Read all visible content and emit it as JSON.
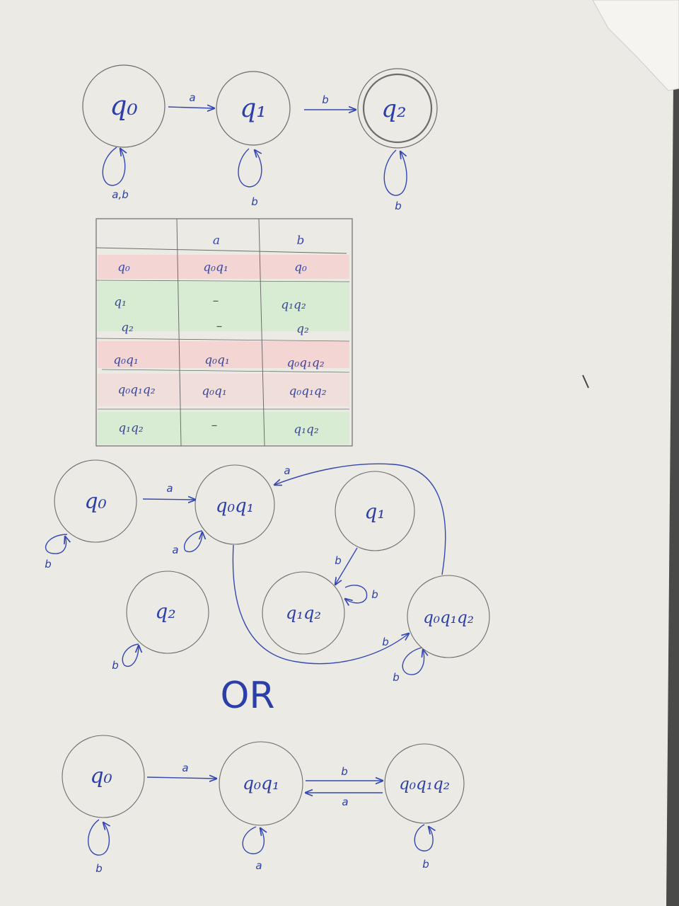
{
  "colors": {
    "paper": "#eceae5",
    "background": "#4a4b48",
    "ink": "#2c3fa8",
    "pencil": "#6d6d6d",
    "row_red": "#f3d6d3",
    "row_green": "#d8ecd3"
  },
  "nfa": {
    "states": [
      "q₀",
      "q₁",
      "q₂"
    ],
    "edges": [
      {
        "label": "a"
      },
      {
        "label": "b"
      }
    ],
    "loops": [
      "a,b",
      "b",
      "b"
    ]
  },
  "table": {
    "headers": [
      "",
      "a",
      "b"
    ],
    "rows": [
      {
        "state": "q₀",
        "a": "q₀q₁",
        "b": "q₀"
      },
      {
        "state": "q₁",
        "a": "–",
        "b": "q₁q₂"
      },
      {
        "state": "q₂",
        "a": "–",
        "b": "q₂"
      },
      {
        "state": "q₀q₁",
        "a": "q₀q₁",
        "b": "q₀q₁q₂"
      },
      {
        "state": "q₀q₁q₂",
        "a": "q₀q₁",
        "b": "q₀q₁q₂"
      },
      {
        "state": "q₁q₂",
        "a": "–",
        "b": "q₁q₂"
      }
    ]
  },
  "dfa": {
    "states": [
      "q₀",
      "q₀q₁",
      "q₁",
      "q₂",
      "q₁q₂",
      "q₀q₁q₂"
    ],
    "edge_labels": [
      "a",
      "a",
      "b",
      "b"
    ],
    "loop_labels": [
      "b",
      "a",
      "b",
      "b",
      "b"
    ]
  },
  "or_label": "OR",
  "min_dfa": {
    "states": [
      "q₀",
      "q₀q₁",
      "q₀q₁q₂"
    ],
    "edge_labels": [
      "a",
      "b",
      "a"
    ],
    "loop_labels": [
      "b",
      "a",
      "b"
    ]
  }
}
